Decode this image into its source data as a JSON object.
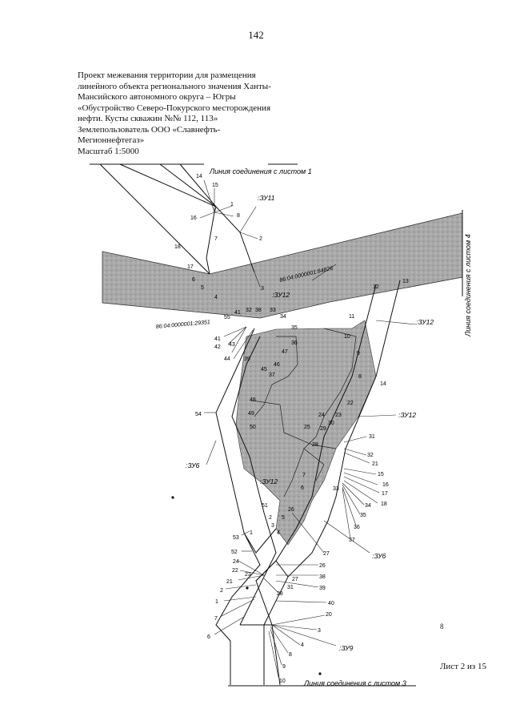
{
  "page_number": "142",
  "title_lines": [
    "Проект межевания территории для размещения",
    "линейного объекта регионального значения Ханты-",
    "Мансийского автономного округа – Югры",
    "«Обустройство Северо-Покурского месторождения",
    "нефти. Кусты скважин №№ 112, 113»",
    "Землепользователь ООО «Славнефть-",
    "Мегионнефтегаз»",
    "Масштаб 1:5000"
  ],
  "sheet_label": "Лист 2 из 15",
  "corner_mark": "8",
  "connection_lines": {
    "top": "Линия соединения с листом 1",
    "right": "Линия соединения с листом 4",
    "bottom": "Линия соединения с листом 3"
  },
  "zone_labels": {
    "zu11": ":ЗУ11",
    "zu12_top": ":ЗУ12",
    "zu12_right": ":ЗУ12",
    "zu12_mid": ":ЗУ12",
    "zu12_low": ":ЗУ12",
    "zu6_left": ":ЗУ6",
    "zu6_right": ":ЗУ6",
    "zu9": ":ЗУ9"
  },
  "cadastral": {
    "a": "86:04:0000001:84826",
    "b": "86:04:0000001:29351"
  },
  "points": {
    "p14": "14",
    "p15": "15",
    "p1": "1",
    "p8": "8",
    "p16": "16",
    "p7": "7",
    "p2": "2",
    "p18": "18",
    "p17": "17",
    "p6": "6",
    "p5": "5",
    "p4": "4",
    "p3": "3",
    "p12": "12",
    "p13": "13",
    "p11": "11",
    "p10": "10",
    "p9": "9",
    "p8b": "8",
    "p14b": "14",
    "p55": "55",
    "p41": "41",
    "p32": "32",
    "p38": "38",
    "p33": "33",
    "p34": "34",
    "p35": "35",
    "p41b": "41",
    "p42": "42",
    "p43": "43",
    "p44": "44",
    "p39": "39",
    "p36": "36",
    "p47": "47",
    "p46": "46",
    "p45": "45",
    "p37": "37",
    "p48": "48",
    "p49": "49",
    "p50": "50",
    "p54": "54",
    "p22": "22",
    "p23": "23",
    "p24": "24",
    "p30": "30",
    "p29": "29",
    "p25": "25",
    "p28": "28",
    "p31": "31",
    "p32b": "32",
    "p21": "21",
    "p15b": "15",
    "p16b": "16",
    "p17b": "17",
    "p33b": "33",
    "p34b": "34",
    "p18b": "18",
    "p35b": "35",
    "p36b": "36",
    "p37b": "37",
    "p7b": "7",
    "p6b": "6",
    "p26": "26",
    "p5b": "5",
    "p51": "51",
    "p2b": "2",
    "p3b": "3",
    "p4b": "4",
    "p1b": "1",
    "p53": "53",
    "p52": "52",
    "p27": "27",
    "p26b": "26",
    "p24b": "24",
    "p22b": "22",
    "p23b": "23",
    "p27b": "27",
    "p38b": "38",
    "p21b": "21",
    "p28b": "28",
    "p31b": "31",
    "p39b": "39",
    "p2c": "2",
    "p1c": "1",
    "p40": "40",
    "p20": "20",
    "p7c": "7",
    "p3c": "3",
    "p6c": "6",
    "p4c": "4",
    "p8c": "8",
    "p9b": "9",
    "p10b": "10"
  }
}
